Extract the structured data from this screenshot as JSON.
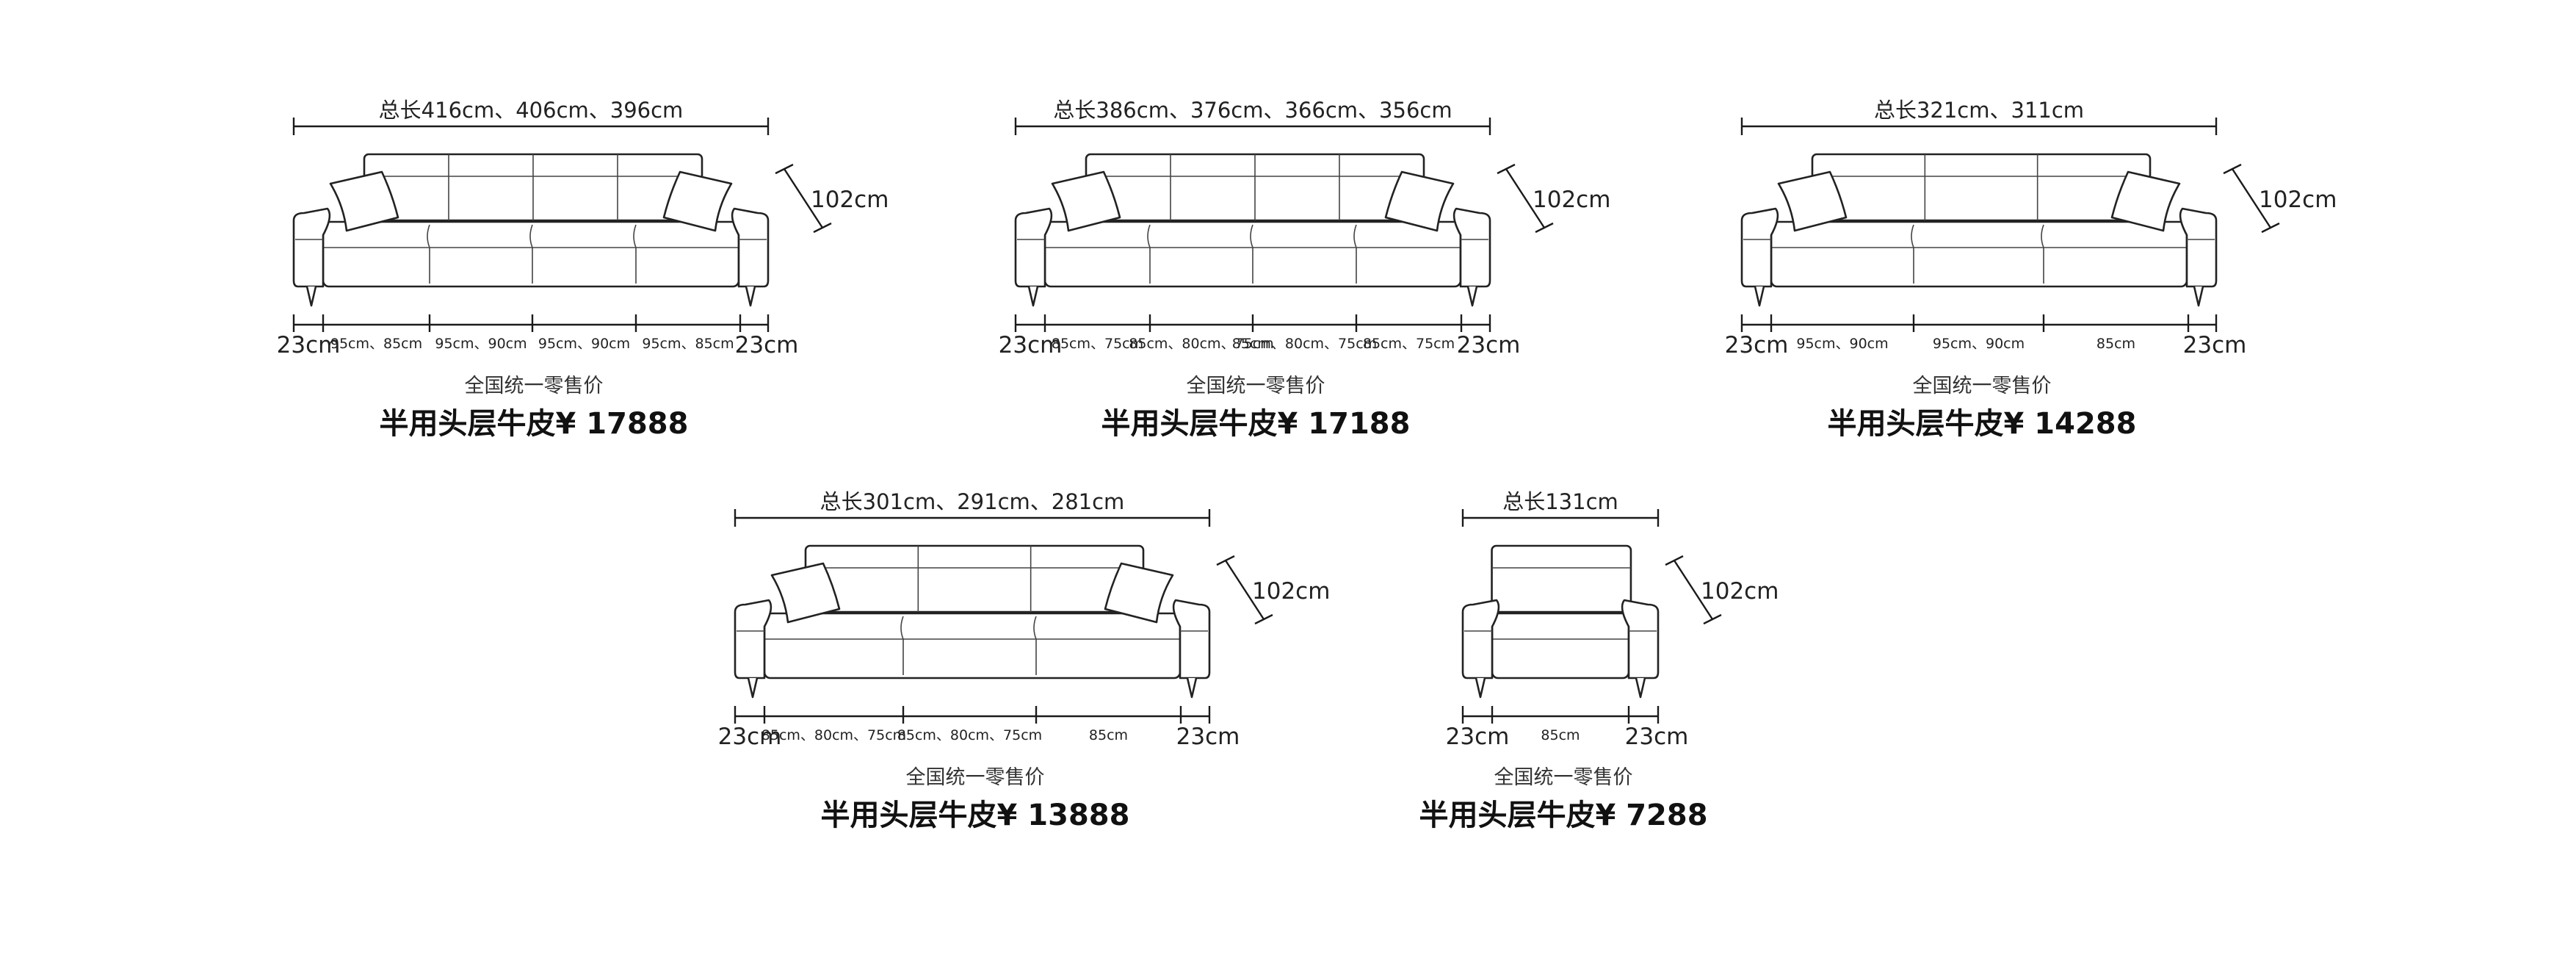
{
  "sofas": [
    {
      "id": "s1",
      "total_length": "总长416cm、406cm、396cm",
      "height": "102cm",
      "side_left": "23cm",
      "side_right": "23cm",
      "seats": [
        "95cm、85cm",
        "95cm、90cm",
        "95cm、90cm",
        "95cm、85cm"
      ],
      "retail_label": "全国统一零售价",
      "price": "半用头层牛皮¥ 17888"
    },
    {
      "id": "s2",
      "total_length": "总长386cm、376cm、366cm、356cm",
      "height": "102cm",
      "side_left": "23cm",
      "side_right": "23cm",
      "seats": [
        "85cm、75cm",
        "85cm、80cm、75cm",
        "85cm、80cm、75cm",
        "85cm、75cm"
      ],
      "retail_label": "全国统一零售价",
      "price": "半用头层牛皮¥ 17188"
    },
    {
      "id": "s3",
      "total_length": "总长321cm、311cm",
      "height": "102cm",
      "side_left": "23cm",
      "side_right": "23cm",
      "seats": [
        "95cm、90cm",
        "95cm、90cm",
        "85cm"
      ],
      "retail_label": "全国统一零售价",
      "price": "半用头层牛皮¥ 14288"
    },
    {
      "id": "s4",
      "total_length": "总长301cm、291cm、281cm",
      "height": "102cm",
      "side_left": "23cm",
      "side_right": "23cm",
      "seats": [
        "85cm、80cm、75cm",
        "85cm、80cm、75cm",
        "85cm"
      ],
      "retail_label": "全国统一零售价",
      "price": "半用头层牛皮¥ 13888"
    },
    {
      "id": "s5",
      "total_length": "总长131cm",
      "height": "102cm",
      "side_left": "23cm",
      "side_right": "23cm",
      "seats": [
        "85cm"
      ],
      "retail_label": "全国统一零售价",
      "price": "半用头层牛皮¥ 7288"
    }
  ]
}
